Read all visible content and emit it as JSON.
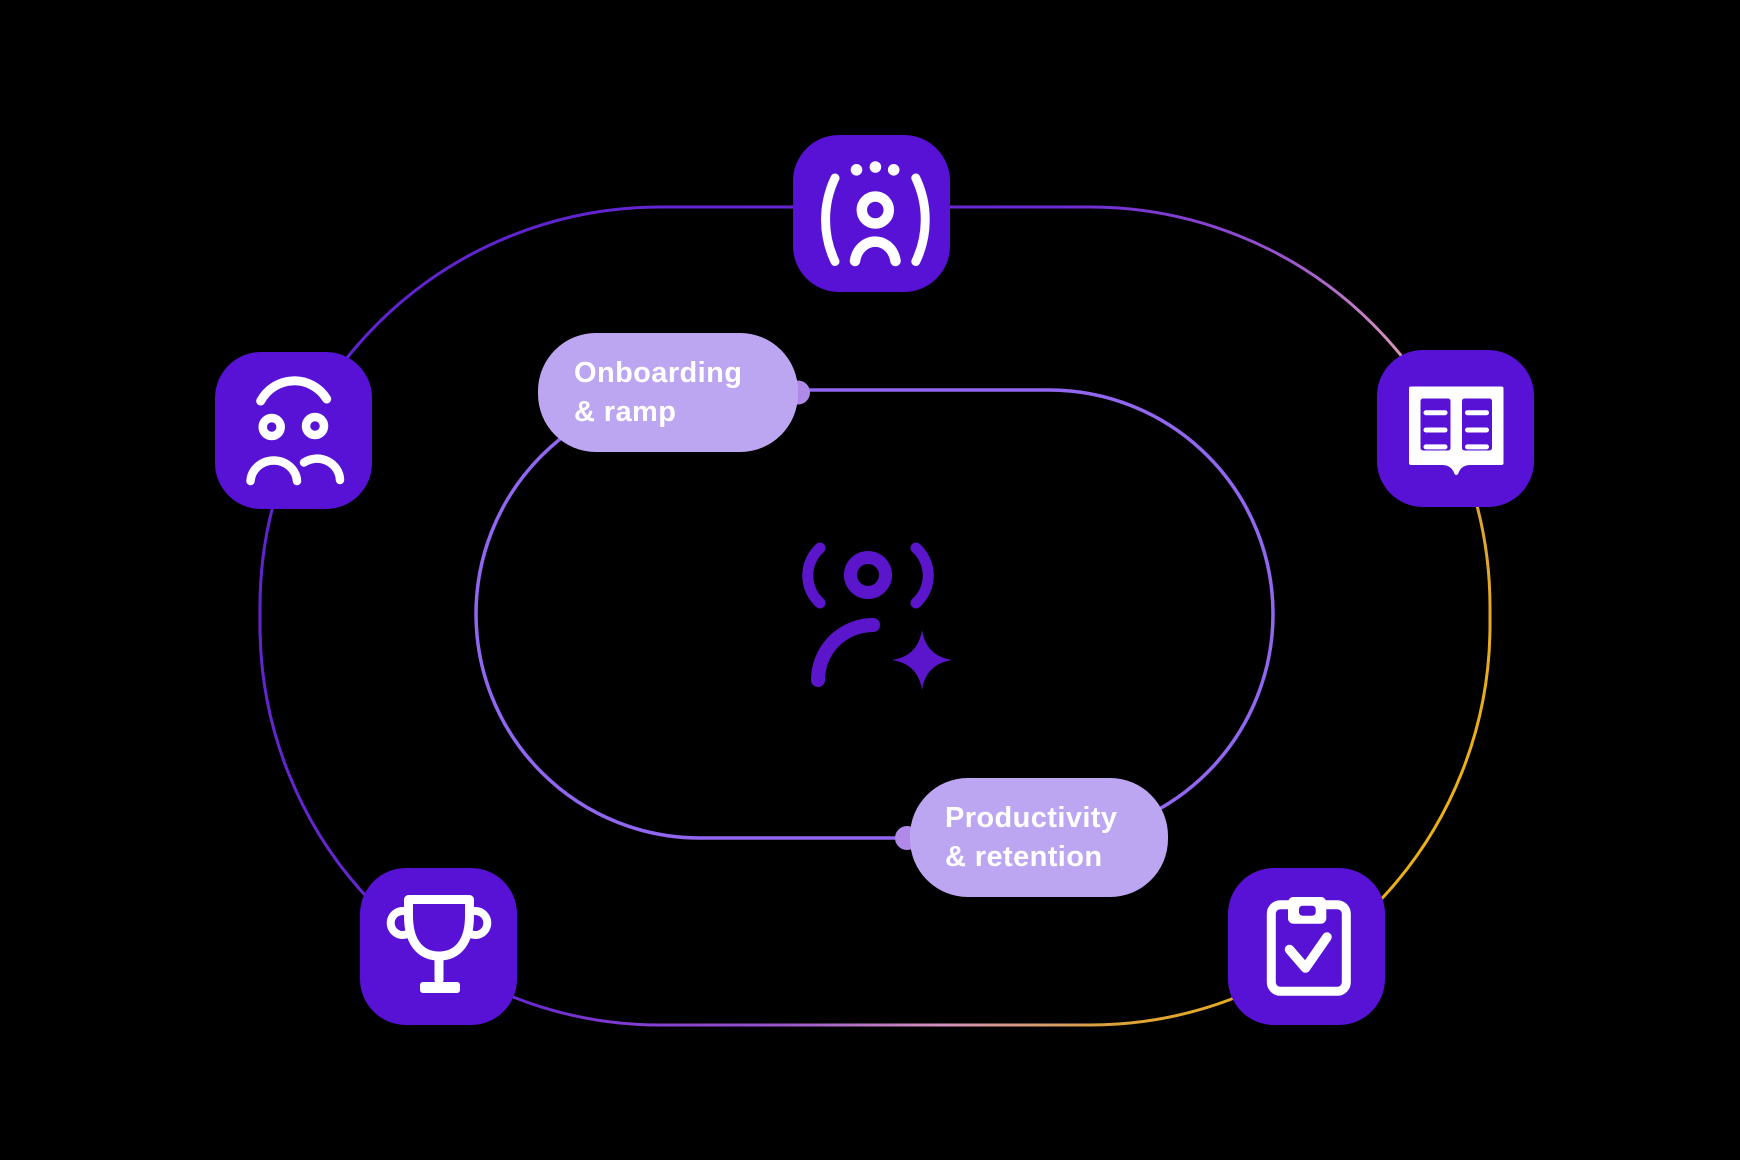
{
  "background": "#000000",
  "colors": {
    "tile": "#5712d6",
    "icon": "#ffffff",
    "center_icon": "#5b16cb",
    "pill_bg": "#bda6f1",
    "pill_text": "#ffffff",
    "inner_ring": "#9166f0",
    "connector_dot": "#b08ae9",
    "outer_ring": {
      "purple_deep": "#5b21cf",
      "purple": "#6c2ad3",
      "violet": "#9a55cd",
      "pink": "#d392bd",
      "amber": "#daa13f",
      "gold": "#e9af17",
      "gold_bright": "#f2bd12"
    }
  },
  "labels": {
    "onboarding": {
      "line1": "Onboarding",
      "line2": "& ramp"
    },
    "productivity": {
      "line1": "Productivity",
      "line2": "& retention"
    }
  },
  "icons": {
    "top": "person-audience-icon",
    "left": "people-group-icon",
    "right": "open-book-icon",
    "bottom_left": "trophy-icon",
    "bottom_right": "clipboard-check-icon",
    "center": "person-sparkle-icon"
  }
}
